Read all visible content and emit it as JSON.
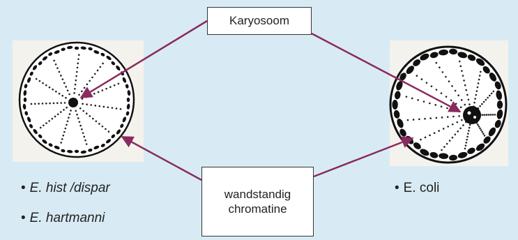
{
  "labels": {
    "karyosoom": "Karyosoom",
    "chromatine_line1": "wandstandig",
    "chromatine_line2": "chromatine"
  },
  "species": {
    "left_1": "E. hist /dispar",
    "left_2": "E. hartmanni",
    "right_1": "E. coli"
  },
  "bullet_char": "•",
  "colors": {
    "background": "#d8ebf5",
    "arrow": "#8a2a5e",
    "cell_ink": "#111111",
    "box_border": "#333333"
  }
}
